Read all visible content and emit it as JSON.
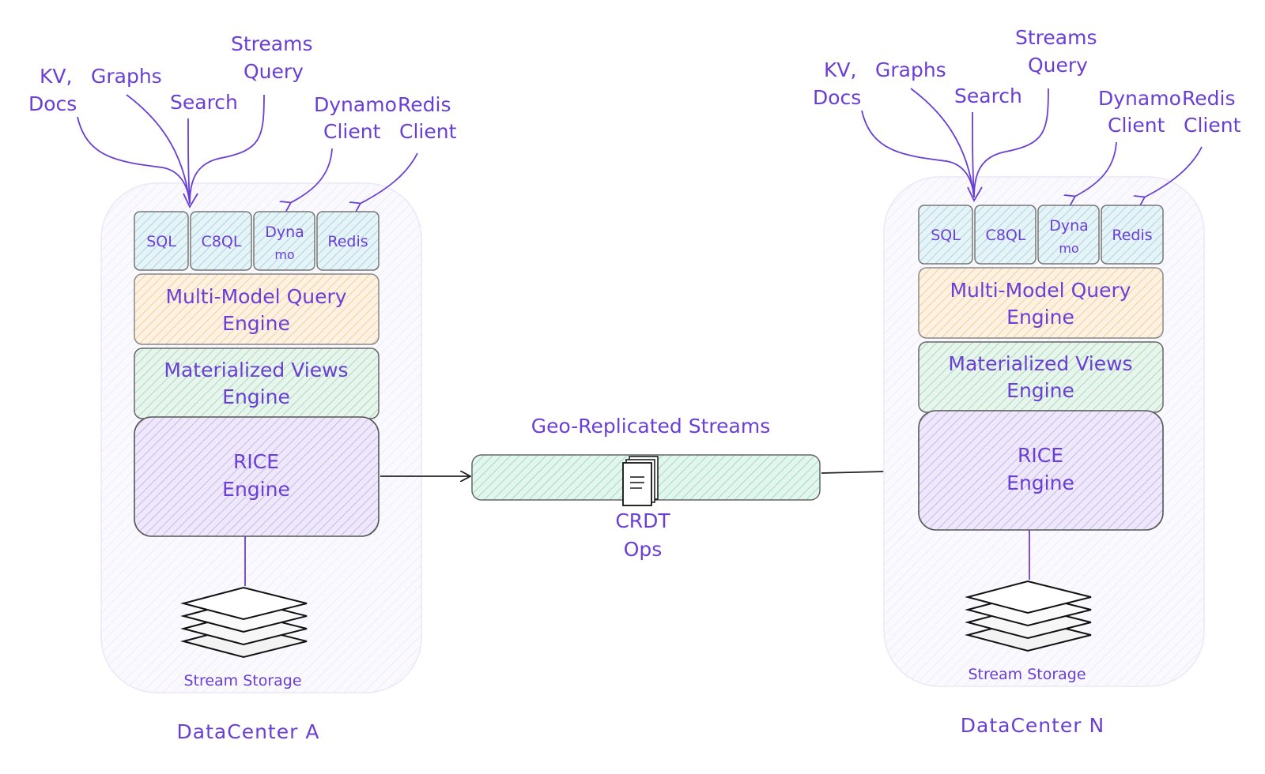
{
  "clients": {
    "kv": "KV,",
    "docs": "Docs",
    "graphs": "Graphs",
    "search": "Search",
    "streams": "Streams",
    "query": "Query",
    "dynamo": "Dynamo",
    "redis": "Redis",
    "client": "Client"
  },
  "apis": {
    "sql": "SQL",
    "c8ql": "C8QL",
    "dyna": "Dyna",
    "mo": "mo",
    "redis": "Redis"
  },
  "engines": {
    "multi_model_1": "Multi-Model Query",
    "multi_model_2": "Engine",
    "views_1": "Materialized Views",
    "views_2": "Engine",
    "rice_1": "RICE",
    "rice_2": "Engine"
  },
  "storage_label": "Stream Storage",
  "datacenters": {
    "a": "DataCenter A",
    "n": "DataCenter N"
  },
  "streams": {
    "title": "Geo-Replicated Streams",
    "crdt": "CRDT",
    "ops": "Ops"
  },
  "colors": {
    "ink": "#6a3fd4",
    "api_fill": "#cfe8f0",
    "query_fill": "#fbe3c4",
    "views_fill": "#cfead8",
    "rice_fill": "#ddd3f3",
    "stream_fill": "#c9eedd",
    "container_fill": "#f5f2fc"
  }
}
